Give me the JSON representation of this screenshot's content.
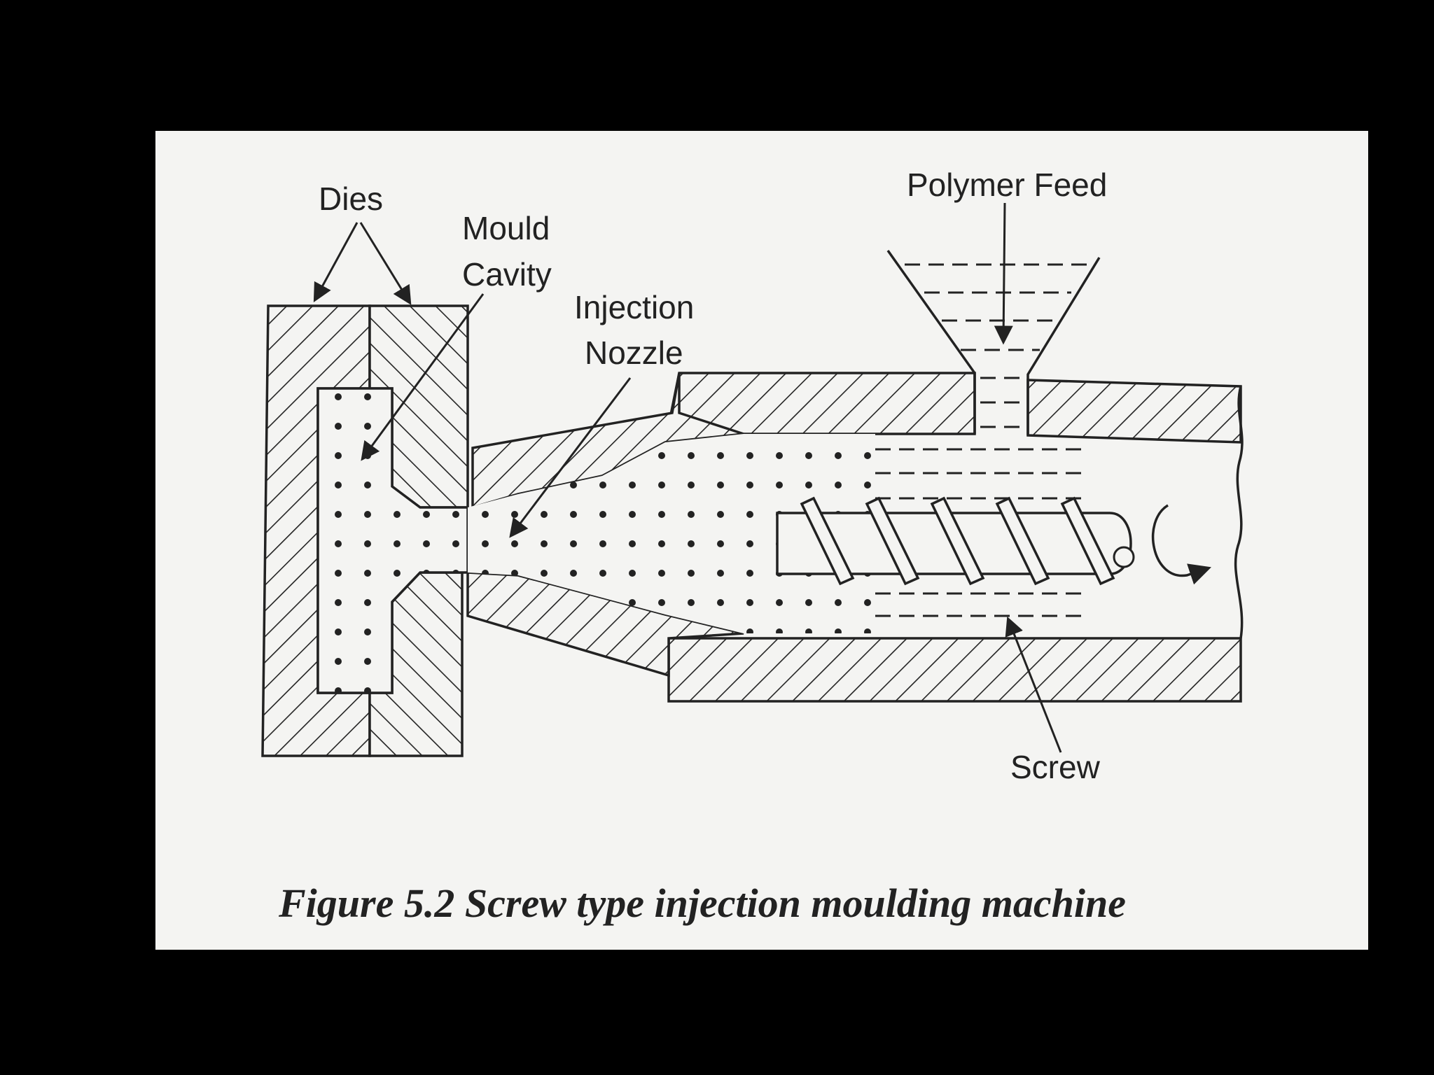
{
  "labels": {
    "dies": "Dies",
    "mould_cavity_line1": "Mould",
    "mould_cavity_line2": "Cavity",
    "injection_nozzle_line1": "Injection",
    "injection_nozzle_line2": "Nozzle",
    "polymer_feed": "Polymer Feed",
    "screw": "Screw"
  },
  "caption": "Figure 5.2 Screw type injection moulding machine",
  "colors": {
    "ink": "#222222",
    "paper": "#f4f4f2",
    "frame": "#000000"
  }
}
